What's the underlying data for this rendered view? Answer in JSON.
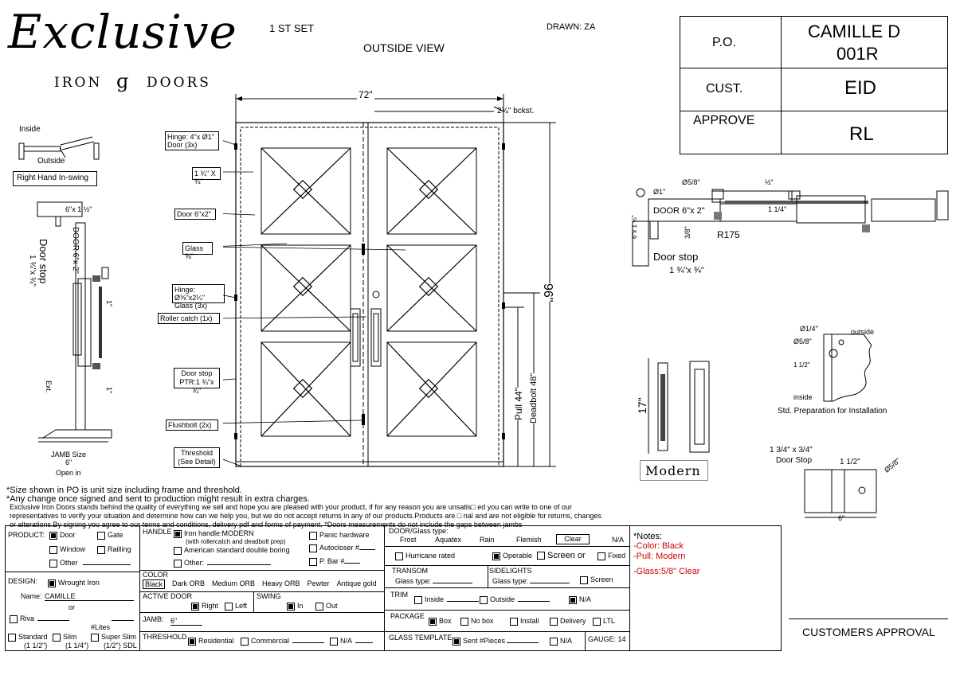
{
  "header": {
    "logo_main": "Exclusive",
    "logo_sub_left": "IRON",
    "logo_sub_right": "DOORS",
    "set": "1 ST SET",
    "view": "OUTSIDE VIEW",
    "drawn": "DRAWN: ZA"
  },
  "po_table": {
    "po_label": "P.O.",
    "po_value_1": "CAMILLE D",
    "po_value_2": "001R",
    "cust_label": "CUST.",
    "cust_value": "EID",
    "approve_label": "APPROVE",
    "approve_value": "RL"
  },
  "swing_detail": {
    "inside": "Inside",
    "outside": "Outside",
    "hand": "Right Hand In-swing"
  },
  "section_left": {
    "top_dim": "6\"x 1 ½\"",
    "door": "DOOR 6\"x 2\"",
    "door_stop": "Door stop",
    "door_stop_dim": "1 ¾\"x ¾\"",
    "glass_dim": "1\"",
    "ext": "Ext.",
    "bottom_dim": "1\"",
    "jamb_label": "JAMB Size",
    "jamb_value": "6\"",
    "open": "Open in"
  },
  "elevation": {
    "width": "72\"",
    "height": "96\"",
    "bckst": "2¾\" bckst.",
    "pull": "Pull 44\"",
    "deadbolt": "Deadbolt 48\"",
    "callouts": {
      "hinge": "Hinge: 4\"x Ø1\"",
      "hinge2": "Door (3x)",
      "bar": "1 ¾\" X ¾\"",
      "door": "Door 6\"x2\"",
      "glass": "Glass ⅝\"",
      "hinge_glass": "Hinge: Ø⅝\"x2¼\"",
      "hinge_glass2": "Glass (3x)",
      "roller": "Roller catch  (1x)",
      "stop": "Door stop",
      "stop2": "PTR:1 ¾\"x ¾\"",
      "flush": "Flushbolt (2x)",
      "threshold": "Threshold",
      "threshold2": "(See Detail)"
    }
  },
  "plan_detail": {
    "d1": "Ø1\"",
    "d58": "Ø5/8\"",
    "half": "½\"",
    "door": "DOOR 6\"x 2\"",
    "quarter": "1 1/4\"",
    "side": "6\"x 1 ½\"",
    "three8": "3/8\"",
    "r175": "R175",
    "stop": "Door stop",
    "stop_dim": "1 ¾\"x ¾\""
  },
  "prep_detail": {
    "d14": "Ø1/4\"",
    "outside": "outside",
    "d58": "Ø5/8\"",
    "in112": "1 1/2\"",
    "inside": "inside",
    "caption": "Std. Preparation for Installation"
  },
  "handle_detail": {
    "height": "17\"",
    "style": "Modern"
  },
  "stop_detail": {
    "title1": "1 3/4\" x 3/4\"",
    "title2": "Door Stop",
    "d112": "1 1/2\"",
    "d58": "Ø5/8\"",
    "width": "6\""
  },
  "notes_text": {
    "line1": "*Size shown in PO is unit size including frame and threshold.",
    "line2": "*Any change once signed and sent to production might result in extra charges.",
    "p1": "Exclusive Iron Doors stands behind the quality of everything we sell and hope you are pleased with your product, if for any reason you are unsatis□ ed you can write to one of our",
    "p2": "representatives to verify your situation and determine how can we help you, but we do not accept returns in any of our products.Products are □ nal and are not eligible for returns, changes",
    "p3": "or alterations.By signing you agree to our terms and conditions, delivery pdf and forms of payment. *Doors measurements do not include the gaps between jambs"
  },
  "form": {
    "product_label": "PRODUCT:",
    "door": "Door",
    "gate": "Gate",
    "window": "Window",
    "railing": "Railling",
    "other": "Other",
    "design_label": "DESIGN:",
    "wrought": "Wrought Iron",
    "name_label": "Name:",
    "name_value": "CAMILLE",
    "or": "or",
    "riva": "Riva",
    "lites": "#Lites",
    "standard": "Standard",
    "standard2": "(1 1/2\")",
    "slim": "Slim",
    "slim2": "(1 1/4\")",
    "super": "Super Slim",
    "super2": "(1/2\") SDL",
    "handle_label": "HANDLE",
    "iron_handle": "Iron handle:MODERN",
    "iron_handle_sub": "(with rollercatch and deadbolt prep)",
    "american": "American standard double boring",
    "other2": "Other:",
    "panic": "Panic hardware",
    "autocloser": "Autocloser #",
    "pbar": "P. Bar #",
    "color_label": "COLOR",
    "colors": [
      "Black",
      "Dark ORB",
      "Medium ORB",
      "Heavy ORB",
      "Pewter",
      "Antique gold"
    ],
    "active_label": "ACTIVE DOOR",
    "right": "Right",
    "left": "Left",
    "swing_label": "SWING",
    "in": "In",
    "out": "Out",
    "jamb_label": "JAMB:",
    "jamb_value": "6\"",
    "threshold_label": "THRESHOLD",
    "residential": "Residential",
    "commercial": "Commercial",
    "na": "N/A",
    "glass_type_label": "DOOR/Glass type:",
    "glass_types": [
      "Frost",
      "Aquatex",
      "Rain",
      "Flemish",
      "Clear",
      "N/A"
    ],
    "hurricane": "Hurricane rated",
    "operable": "Operable",
    "screen_or": "Screen or",
    "fixed": "Fixed",
    "transom_label": "TRANSOM",
    "glass_type": "Glass type:",
    "sidelights_label": "SIDELIGHTS",
    "screen": "Screen",
    "trim_label": "TRIM",
    "inside": "Inside",
    "outside": "Outside",
    "package_label": "PACKAGE",
    "box": "Box",
    "nobox": "No box",
    "install": "Install",
    "delivery": "Delivery",
    "ltl": "LTL",
    "template_label": "GLASS TEMPLATE",
    "sent": "Sent #Pieces",
    "gauge": "GAUGE: 14",
    "notes_label": "*Notes:",
    "note1": "-Color: Black",
    "note2": "-Pull: Modern",
    "note3": "-Glass:5/8\"   Clear",
    "approval": "CUSTOMERS APPROVAL"
  }
}
